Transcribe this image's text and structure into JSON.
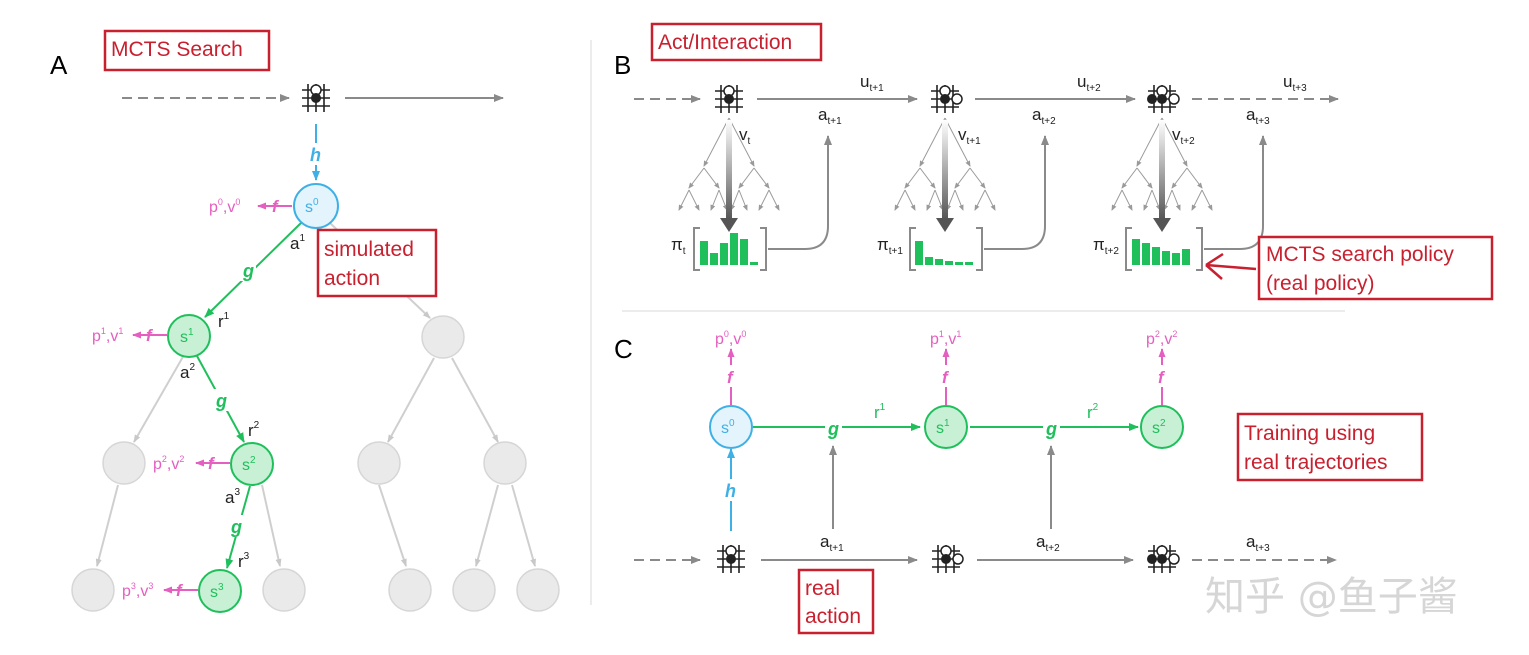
{
  "panels": {
    "a": "A",
    "b": "B",
    "c": "C"
  },
  "boxes": {
    "mcts_search": "MCTS Search",
    "act_interaction": "Act/Interaction",
    "simulated_1": "simulated",
    "simulated_2": "action",
    "policy_1": "MCTS search policy",
    "policy_2": "(real policy)",
    "training_1": "Training using",
    "training_2": "real trajectories",
    "real_1": "real",
    "real_2": "action"
  },
  "funcs": {
    "h": "h",
    "g": "g",
    "f": "f"
  },
  "panel_a": {
    "s0": "s",
    "s0_sup": "0",
    "s1": "s",
    "s1_sup": "1",
    "s2": "s",
    "s2_sup": "2",
    "s3": "s",
    "s3_sup": "3",
    "pv0": "p",
    "pv0_a": "0",
    "pv0_b": ",v",
    "pv0_c": "0",
    "pv1": "p",
    "pv1_a": "1",
    "pv1_b": ",v",
    "pv1_c": "1",
    "pv2": "p",
    "pv2_a": "2",
    "pv2_b": ",v",
    "pv2_c": "2",
    "pv3": "p",
    "pv3_a": "3",
    "pv3_b": ",v",
    "pv3_c": "3",
    "a1": "a",
    "a1_sup": "1",
    "a2": "a",
    "a2_sup": "2",
    "a3": "a",
    "a3_sup": "3",
    "r1": "r",
    "r1_sup": "1",
    "r2": "r",
    "r2_sup": "2",
    "r3": "r",
    "r3_sup": "3"
  },
  "panel_b": {
    "u": "u",
    "u1": "t+1",
    "u2": "t+2",
    "u3": "t+3",
    "a": "a",
    "a1": "t+1",
    "a2": "t+2",
    "a3": "t+3",
    "v": "v",
    "v0": "t",
    "v1": "t+1",
    "v2": "t+2",
    "pi": "π",
    "pi0": "t",
    "pi1": "t+1",
    "pi2": "t+2"
  },
  "panel_c": {
    "s": "s",
    "s0": "0",
    "s1": "1",
    "s2": "2",
    "p": "p",
    "v": ",v",
    "pv0": "0",
    "pv1": "1",
    "pv2": "2",
    "r": "r",
    "r1": "1",
    "r2": "2",
    "a": "a",
    "a1": "t+1",
    "a2": "t+2",
    "a3": "t+3"
  },
  "watermark": "知乎 @鱼子酱",
  "colors": {
    "red": "#c8202f",
    "pink": "#e45fc0",
    "green": "#1fbf5c",
    "blue": "#3fb0e6",
    "gray": "#8a8a8a",
    "lightgray": "#e6e6e6"
  }
}
